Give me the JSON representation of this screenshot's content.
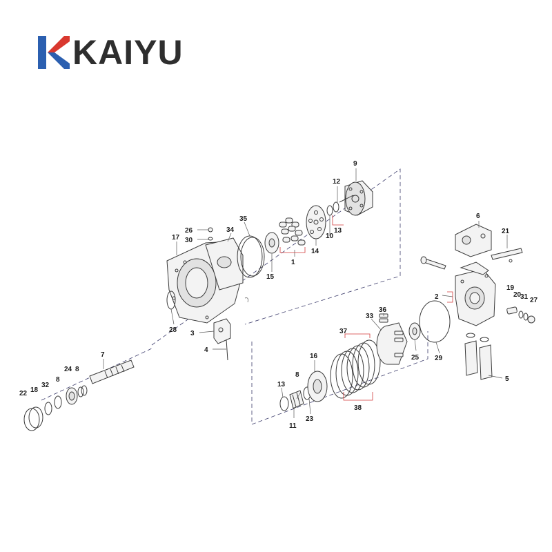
{
  "brand": {
    "name": "KAIYU",
    "logo_colors": {
      "blue": "#2b5fb0",
      "red": "#d9382f",
      "text": "#2e2e2e"
    }
  },
  "diagram": {
    "callouts": [
      "1",
      "2",
      "3",
      "4",
      "5",
      "6",
      "7",
      "8",
      "8",
      "8",
      "9",
      "10",
      "11",
      "12",
      "13",
      "13",
      "14",
      "15",
      "16",
      "17",
      "18",
      "19",
      "20",
      "21",
      "22",
      "23",
      "24",
      "25",
      "26",
      "27",
      "28",
      "29",
      "30",
      "31",
      "32",
      "33",
      "34",
      "35",
      "36",
      "37",
      "38"
    ]
  }
}
